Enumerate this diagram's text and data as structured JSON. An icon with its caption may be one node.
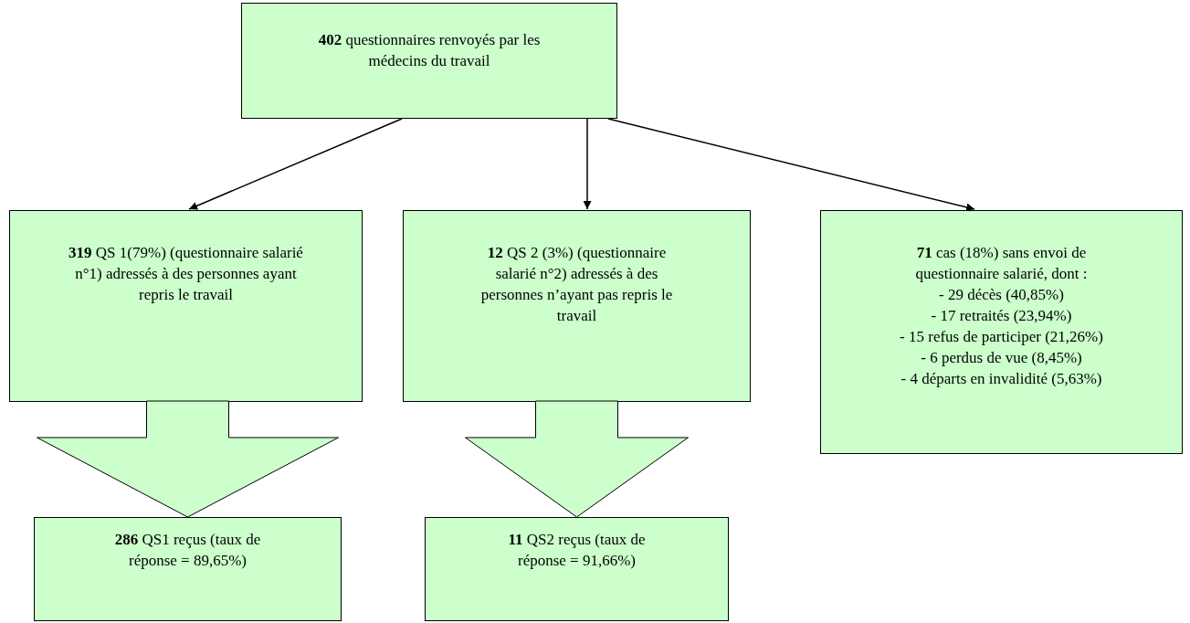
{
  "diagram": {
    "nodes": [
      {
        "text": [
          "**402** questionnaires renvoyés par les médecins du travail"
        ]
      },
      {
        "text": [
          "**319** QS 1(79%) (questionnaire salarié n°1) adressés à des personnes ayant repris le travail"
        ]
      },
      {
        "text": [
          "**12** QS 2 (3%) (questionnaire salarié n°2) adressés à des personnes n’ayant pas repris le travail"
        ]
      },
      {
        "text": [
          "**71** cas (18%) sans envoi de questionnaire salarié, dont :",
          "- 29 décès (40,85%)",
          "- 17 retraités (23,94%)",
          "- 15 refus de participer (21,26%)",
          "- 6 perdus de vue (8,45%)",
          "- 4 départs en invalidité (5,63%)"
        ]
      },
      {
        "text": [
          "**286** QS1 reçus (taux de réponse = 89,65%)"
        ]
      },
      {
        "text": [
          "**11** QS2 reçus (taux de réponse = 91,66%)"
        ]
      }
    ],
    "edges": [
      {
        "from": 0,
        "to": 1,
        "arrow": "to"
      },
      {
        "from": 0,
        "to": 2,
        "arrow": "to"
      },
      {
        "from": 0,
        "to": 3,
        "arrow": "to"
      },
      {
        "from": 1,
        "to": 4,
        "arrow": "to",
        "style": "thick"
      },
      {
        "from": 2,
        "to": 5,
        "arrow": "to",
        "style": "thick"
      }
    ]
  }
}
